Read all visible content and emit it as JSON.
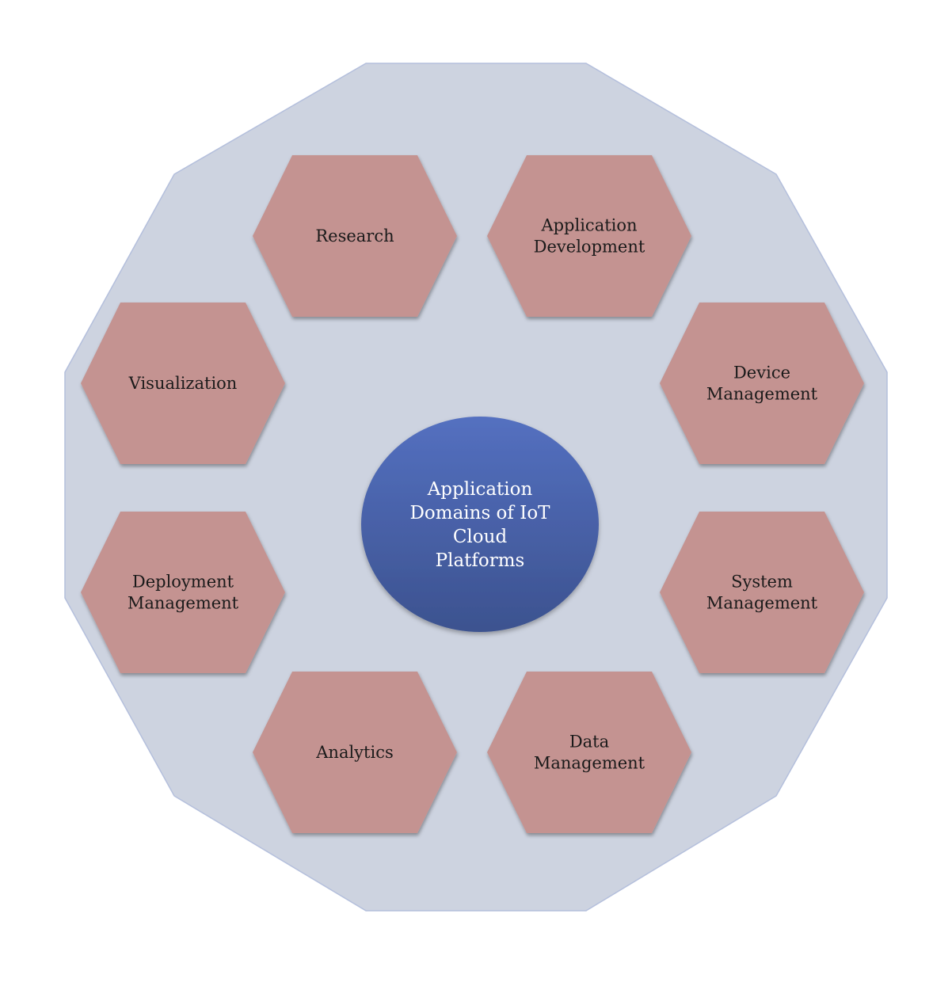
{
  "diagram": {
    "center": {
      "lines": [
        "Application",
        "Domains of IoT",
        "Cloud",
        "Platforms"
      ]
    },
    "domains": [
      {
        "id": "research",
        "lines": [
          "Research"
        ]
      },
      {
        "id": "application-development",
        "lines": [
          "Application",
          "Development"
        ]
      },
      {
        "id": "device-management",
        "lines": [
          "Device",
          "Management"
        ]
      },
      {
        "id": "system-management",
        "lines": [
          "System",
          "Management"
        ]
      },
      {
        "id": "data-management",
        "lines": [
          "Data",
          "Management"
        ]
      },
      {
        "id": "analytics",
        "lines": [
          "Analytics"
        ]
      },
      {
        "id": "deployment-management",
        "lines": [
          "Deployment",
          "Management"
        ]
      },
      {
        "id": "visualization",
        "lines": [
          "Visualization"
        ]
      }
    ],
    "colors": {
      "dodecagon_fill": "#cdd3e0",
      "dodecagon_stroke": "#b4bfdc",
      "hexagon_fill": "#c49391",
      "circle_top": "#5470c0",
      "circle_bottom": "#3c528f",
      "center_text": "#ffffff",
      "hex_text": "#1a1a1a"
    }
  }
}
